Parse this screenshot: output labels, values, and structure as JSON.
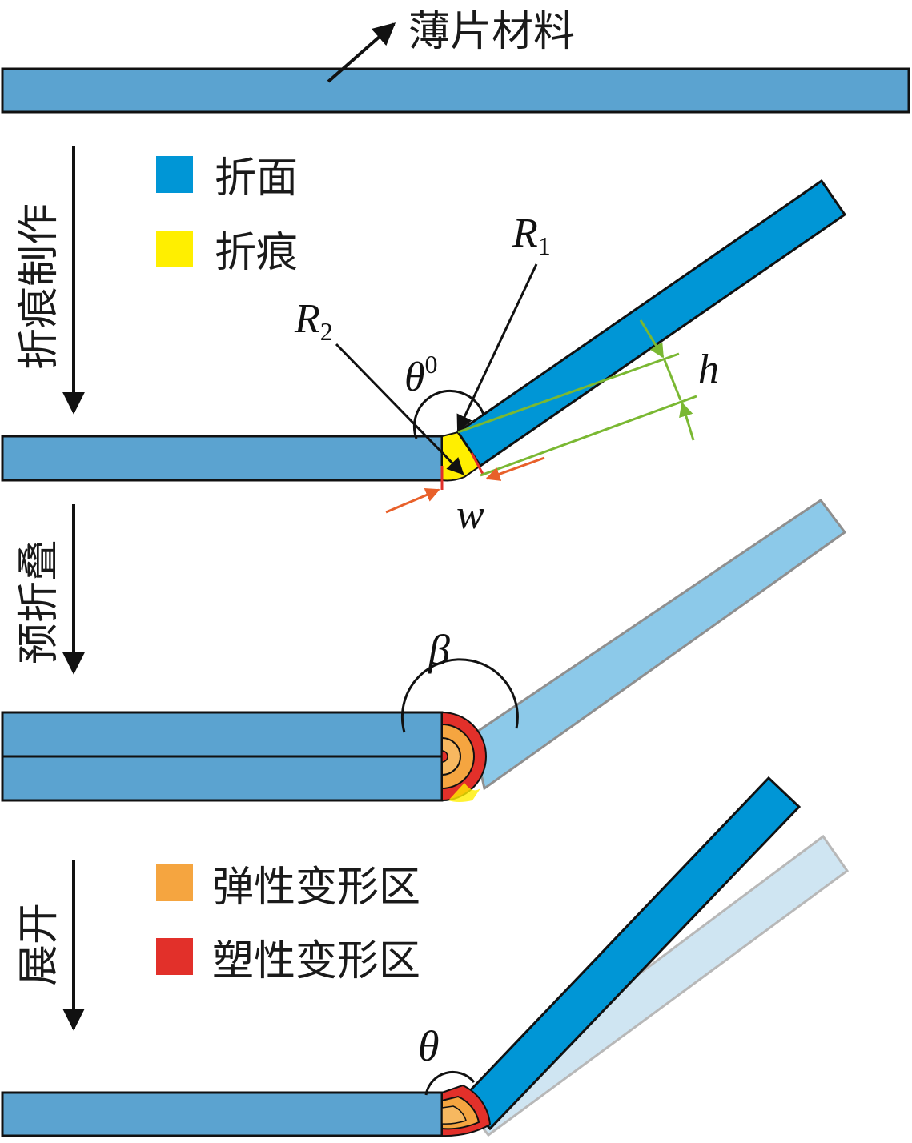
{
  "labels": {
    "material": "薄片材料",
    "step1": "折痕制作",
    "step2": "预折叠",
    "step3": "展开",
    "r1": "R",
    "r1_sub": "1",
    "r2": "R",
    "r2_sub": "2",
    "theta0": "θ",
    "theta0_sup": "0",
    "h": "h",
    "w": "w",
    "beta": "β",
    "theta": "θ"
  },
  "legend_top": [
    {
      "label": "折面",
      "color": "#0096d6"
    },
    {
      "label": "折痕",
      "color": "#ffef00"
    }
  ],
  "legend_bottom": [
    {
      "label": "弹性变形区",
      "color": "#f5a540"
    },
    {
      "label": "塑性变形区",
      "color": "#e2302a"
    }
  ],
  "colors": {
    "panel": "#5ba3d0",
    "panel_bright": "#0096d6",
    "panel_light": "#86c7e8",
    "panel_ghost": "#cde4f2",
    "crease": "#ffef00",
    "elastic": "#f5a540",
    "plastic": "#e2302a",
    "arrow_orange": "#e8602a",
    "dim_green": "#7ab832"
  }
}
